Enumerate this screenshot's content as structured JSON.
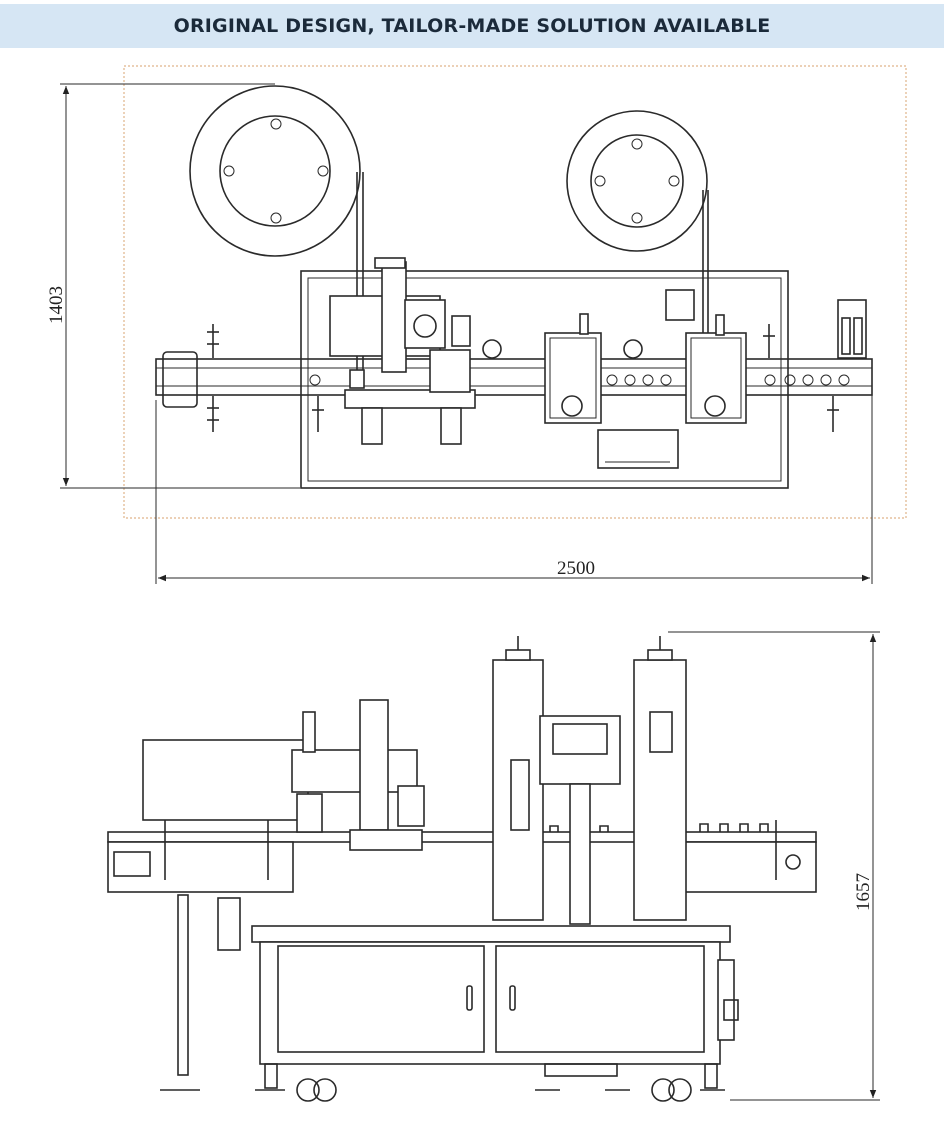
{
  "banner": {
    "title": "ORIGINAL DESIGN, TAILOR-MADE SOLUTION AVAILABLE",
    "background": "#d6e6f4"
  },
  "top_view": {
    "depth_dimension": "1403",
    "width_dimension": "2500"
  },
  "front_view": {
    "height_dimension": "1657"
  }
}
